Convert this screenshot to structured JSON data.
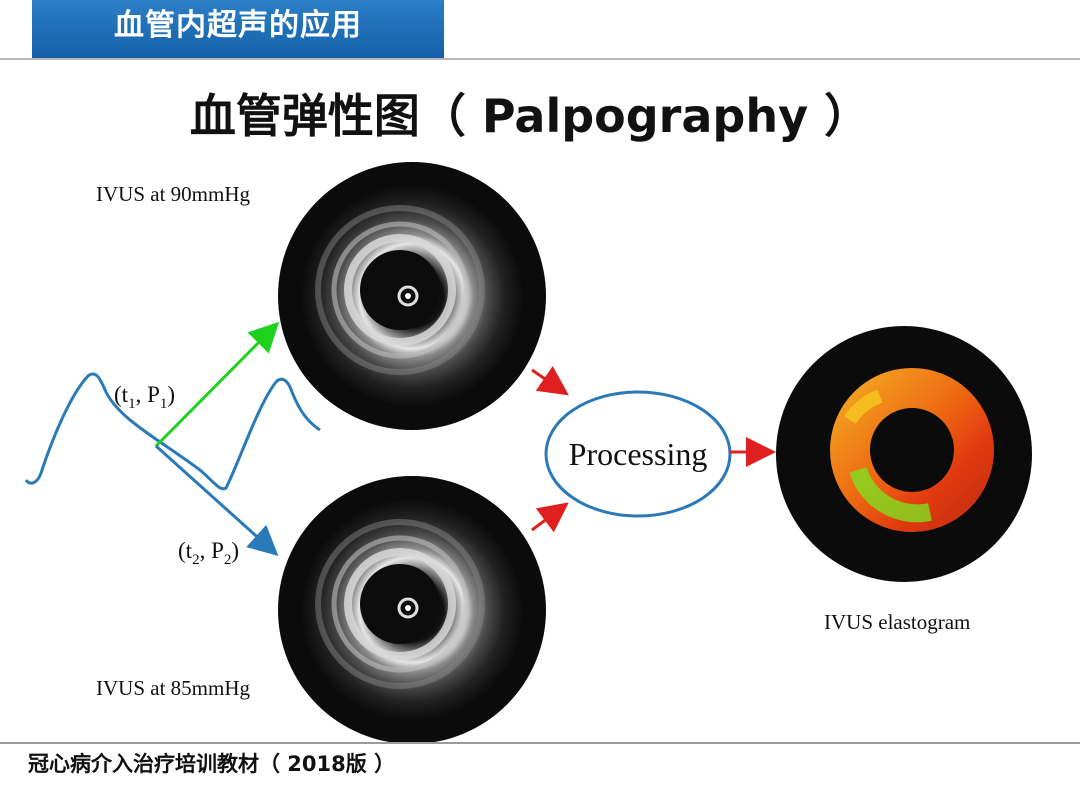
{
  "header": {
    "section_tab": "血管内超声的应用",
    "title": "血管弹性图（ Palpography ）"
  },
  "figure": {
    "top_image_caption": "IVUS at 90mmHg",
    "bottom_image_caption": "IVUS at 85mmHg",
    "point1": {
      "t": "t",
      "t_sub": "1",
      "p": "P",
      "p_sub": "1"
    },
    "point2": {
      "t": "t",
      "t_sub": "2",
      "p": "P",
      "p_sub": "2"
    },
    "processing_label": "Processing",
    "elastogram_caption": "IVUS elastogram",
    "colors": {
      "pressure_curve": "#2a7ab8",
      "arrow_green": "#1fd11f",
      "arrow_blue": "#2a7ab8",
      "arrow_red": "#e02020",
      "ellipse_stroke": "#2a7ab8",
      "elastogram_orange": "#f08a14",
      "elastogram_red": "#e23a10",
      "elastogram_green": "#80e020"
    }
  },
  "footer": {
    "text": "冠心病介入治疗培训教材（ 2018版 ）"
  }
}
